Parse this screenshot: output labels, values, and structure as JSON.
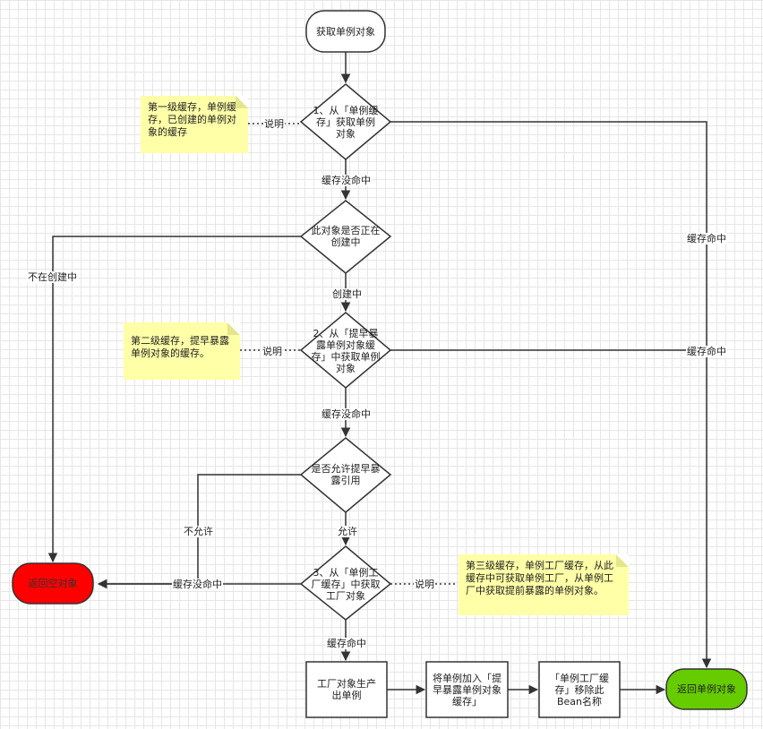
{
  "nodes": {
    "start": "获取单例对象",
    "d1": "1、从「单例缓存」获取单例对象",
    "d2": "此对象是否正在创建中",
    "d3": "2、从「提早暴露单例对象缓存」中获取单例对象",
    "d4": "是否允许提早暴露引用",
    "d5": "3、从「单例工厂缓存」中获取工厂对象",
    "p1": "工厂对象生产出单例",
    "p2": "将单例加入「提早暴露单例对象缓存」",
    "p3": "「单例工厂缓存」移除此Bean名称",
    "return_null": "返回空对象",
    "return_obj": "返回单例对象"
  },
  "notes": {
    "n1": "第一级缓存，单例缓存，已创建的单例对象的缓存",
    "n2": "第二级缓存，提早暴露单例对象的缓存。",
    "n3": "第三级缓存，单例工厂缓存，从此缓存中可获取单例工厂，从单例工厂中获取提前暴露的单例对象。"
  },
  "edge_labels": {
    "miss1": "缓存没命中",
    "creating": "创建中",
    "not_creating": "不在创建中",
    "miss2": "缓存没命中",
    "allow": "允许",
    "disallow": "不允许",
    "miss3": "缓存没命中",
    "hit3": "缓存命中",
    "hit1": "缓存命中",
    "hit2": "缓存命中",
    "explain1": "说明",
    "explain2": "说明",
    "explain3": "说明"
  },
  "colors": {
    "stroke": "#333333",
    "return_null_fill": "#ff0000",
    "return_obj_fill": "#66cc00",
    "note_fill": "#ffffa8"
  }
}
